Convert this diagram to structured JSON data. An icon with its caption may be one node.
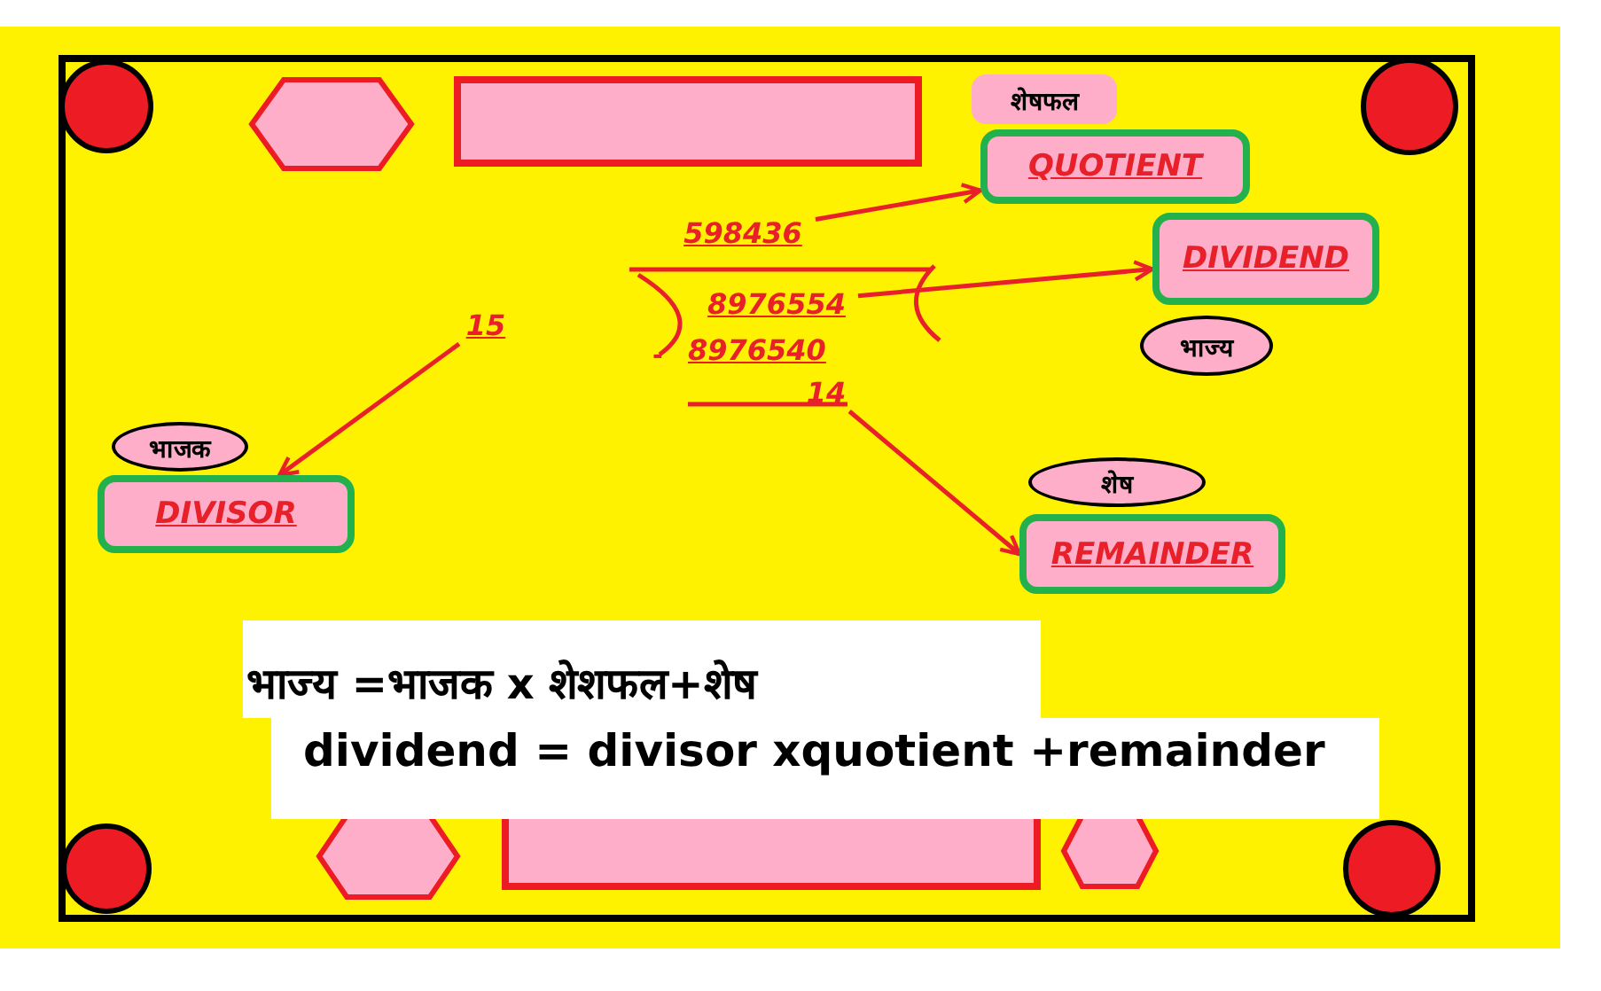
{
  "diagram": {
    "nodes": [
      {
        "text": [
          "शेषफल"
        ]
      },
      {
        "text": [
          "QUOTIENT"
        ]
      },
      {
        "text": [
          "598436"
        ]
      },
      {
        "text": [
          "DIVIDEND"
        ]
      },
      {
        "text": [
          "8976554"
        ]
      },
      {
        "text": [
          "15"
        ]
      },
      {
        "text": [
          "भाज्य"
        ]
      },
      {
        "text": [
          "भाजक"
        ]
      },
      {
        "text": [
          "14"
        ]
      },
      {
        "text": [
          "DIVISOR"
        ]
      },
      {
        "text": [
          "शेष"
        ]
      },
      {
        "text": [
          "REMAINDER"
        ]
      },
      {
        "text": [
          "भाज्य =भाजक x शेशफल+शेष"
        ]
      },
      {
        "text": [
          "dividend = divisor xquotient +remainder"
        ]
      }
    ],
    "edges": [
      {
        "from": 2,
        "to": 1,
        "arrow": "to"
      },
      {
        "from": 4,
        "to": 3,
        "arrow": "to"
      },
      {
        "from": 5,
        "to": 9,
        "arrow": "to"
      },
      {
        "from": 8,
        "to": 11,
        "arrow": "to"
      }
    ],
    "labels": [
      "-",
      "8976540"
    ]
  }
}
